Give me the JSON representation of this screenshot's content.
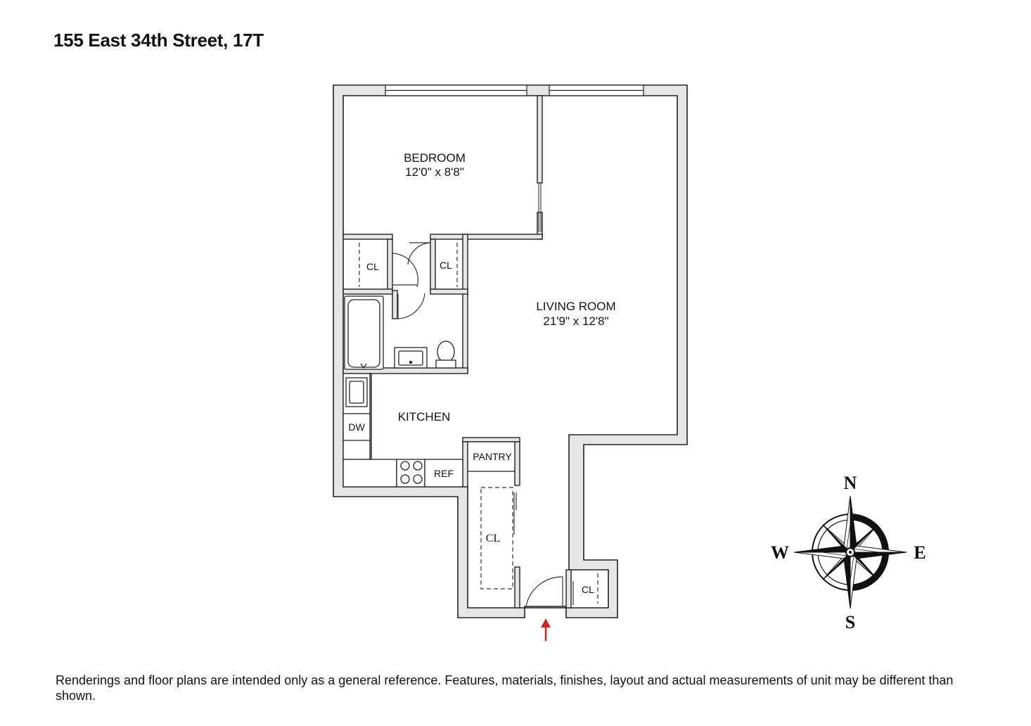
{
  "title": "155 East 34th Street, 17T",
  "rooms": {
    "bedroom": {
      "name": "BEDROOM",
      "dims": "12'0\" x 8'8\""
    },
    "living_room": {
      "name": "LIVING ROOM",
      "dims": "21'9\" x 12'8\""
    },
    "kitchen": {
      "name": "KITCHEN"
    }
  },
  "labels": {
    "closet": "CL",
    "dishwasher": "DW",
    "pantry": "PANTRY",
    "refrigerator": "REF"
  },
  "compass": {
    "north": "N",
    "south": "S",
    "east": "E",
    "west": "W"
  },
  "entry_arrow_color": "#c62828",
  "wall_fill": "#e6e6e6",
  "disclaimer": "Renderings and floor plans are intended only as a general reference. Features, materials, finishes, layout and actual measurements of unit may be different than shown."
}
